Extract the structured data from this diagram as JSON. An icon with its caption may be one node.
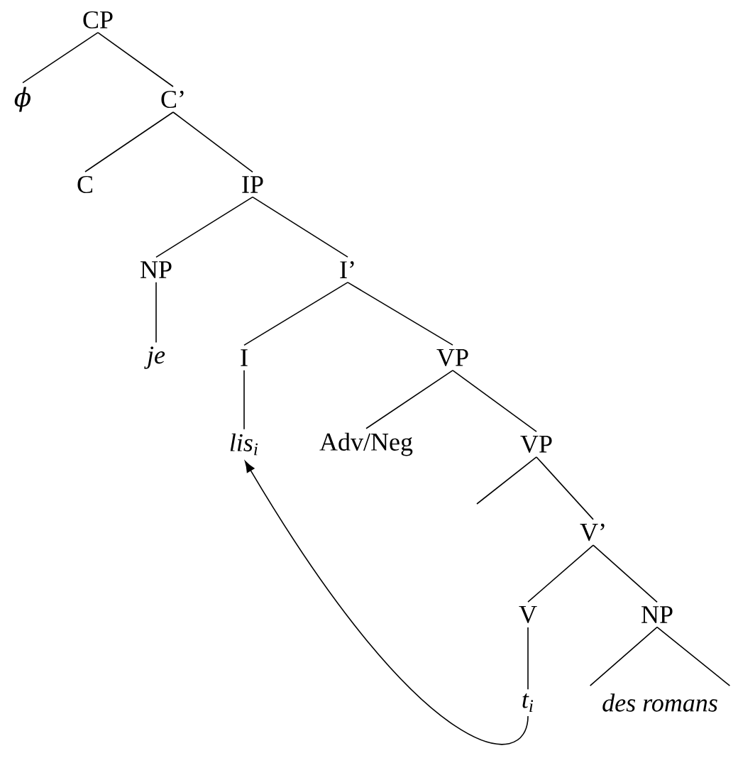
{
  "diagram": {
    "nodes": [
      {
        "text": [
          "CP"
        ]
      },
      {
        "text": [
          "ϕ"
        ]
      },
      {
        "text": [
          "C’"
        ]
      },
      {
        "text": [
          "C"
        ]
      },
      {
        "text": [
          "IP"
        ]
      },
      {
        "text": [
          "NP"
        ]
      },
      {
        "text": [
          "I’"
        ]
      },
      {
        "text": [
          "je"
        ]
      },
      {
        "text": [
          "I"
        ]
      },
      {
        "text": [
          "VP"
        ]
      },
      {
        "text": [
          "lis$_{i}$"
        ]
      },
      {
        "text": [
          "Adv/Neg"
        ]
      },
      {
        "text": [
          "VP"
        ]
      },
      {
        "text": [
          "V’"
        ]
      },
      {
        "text": [
          "V"
        ]
      },
      {
        "text": [
          "NP"
        ]
      },
      {
        "text": [
          "t$_{i}$"
        ]
      },
      {
        "text": [
          "des romans"
        ]
      }
    ],
    "edges": [
      {
        "from": 0,
        "to": 1,
        "arrow": "none"
      },
      {
        "from": 0,
        "to": 2,
        "arrow": "none"
      },
      {
        "from": 2,
        "to": 3,
        "arrow": "none"
      },
      {
        "from": 2,
        "to": 4,
        "arrow": "none"
      },
      {
        "from": 4,
        "to": 5,
        "arrow": "none"
      },
      {
        "from": 4,
        "to": 6,
        "arrow": "none"
      },
      {
        "from": 5,
        "to": 7,
        "arrow": "none"
      },
      {
        "from": 6,
        "to": 8,
        "arrow": "none"
      },
      {
        "from": 6,
        "to": 9,
        "arrow": "none"
      },
      {
        "from": 8,
        "to": 10,
        "arrow": "none"
      },
      {
        "from": 9,
        "to": 11,
        "arrow": "none"
      },
      {
        "from": 9,
        "to": 12,
        "arrow": "none"
      },
      {
        "from": 12,
        "to": null,
        "arrow": "none"
      },
      {
        "from": 12,
        "to": 13,
        "arrow": "none"
      },
      {
        "from": 13,
        "to": 14,
        "arrow": "none"
      },
      {
        "from": 13,
        "to": 15,
        "arrow": "none"
      },
      {
        "from": 14,
        "to": 16,
        "arrow": "none"
      },
      {
        "from": 15,
        "to": 17,
        "arrow": "none"
      },
      {
        "from": 16,
        "to": 10,
        "arrow": "to"
      }
    ]
  }
}
